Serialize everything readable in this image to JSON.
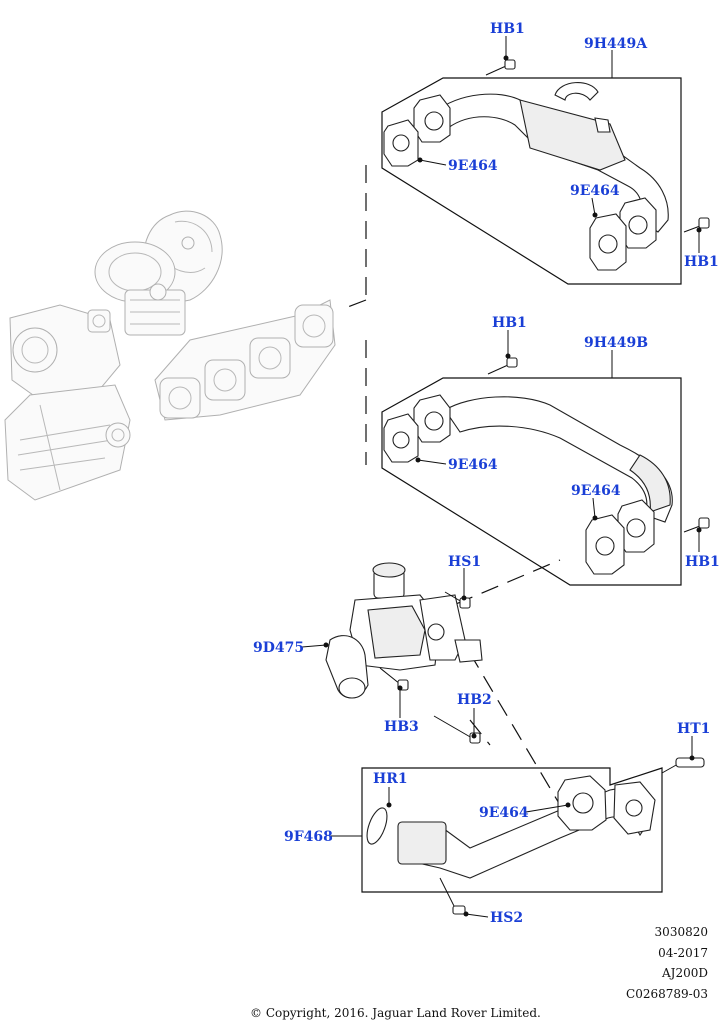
{
  "callouts": {
    "hb1_a_top": "HB1",
    "pipe_a": "9H449A",
    "gasket_a_left": "9E464",
    "gasket_a_right": "9E464",
    "hb1_a_right": "HB1",
    "hb1_b_top": "HB1",
    "pipe_b": "9H449B",
    "gasket_b_left": "9E464",
    "gasket_b_right": "9E464",
    "hb1_b_right": "HB1",
    "hs1": "HS1",
    "valve": "9D475",
    "hb2": "HB2",
    "hb3": "HB3",
    "ht1": "HT1",
    "hr1": "HR1",
    "gasket_f": "9E464",
    "pipe_f": "9F468",
    "hs2": "HS2"
  },
  "meta": {
    "number": "3030820",
    "date": "04-2017",
    "engine": "AJ200D",
    "illustration_code": "C0268789-03"
  },
  "copyright": "© Copyright, 2016. Jaguar Land Rover Limited."
}
